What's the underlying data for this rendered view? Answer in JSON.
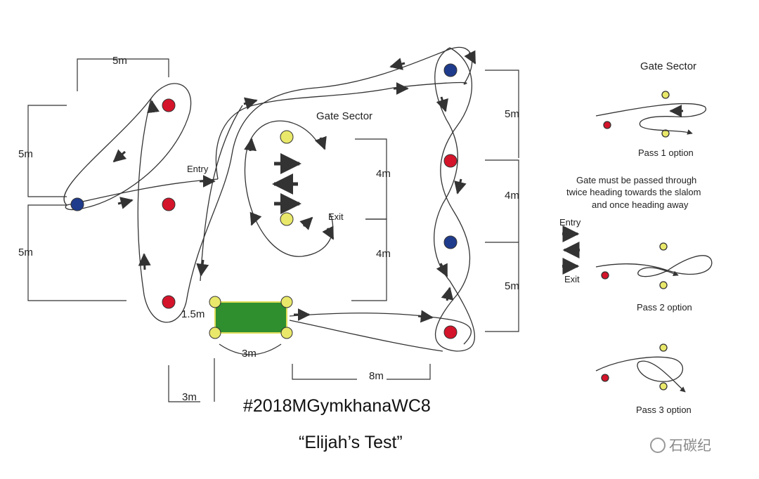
{
  "gate_sector_label": "Gate Sector",
  "entry_label": "Entry",
  "exit_label": "Exit",
  "dimensions": {
    "top_5m": "5m",
    "left_5m_upper": "5m",
    "left_5m_lower": "5m",
    "gate_4m_upper": "4m",
    "gate_4m_lower": "4m",
    "right_5m_upper": "5m",
    "right_4m": "4m",
    "right_5m_lower": "5m",
    "box_1_5m": "1.5m",
    "box_3m": "3m",
    "bottom_3m": "3m",
    "bottom_8m": "8m"
  },
  "hashtag": "#2018MGymkhanaWC8",
  "test_name": "“Elijah’s Test”",
  "sidebar": {
    "title": "Gate Sector",
    "pass1": "Pass 1 option",
    "note_line1": "Gate must be passed through",
    "note_line2": "twice heading towards the slalom",
    "note_line3": "and once heading away",
    "entry": "Entry",
    "exit": "Exit",
    "pass2": "Pass 2 option",
    "pass3": "Pass 3 option"
  },
  "watermark": "石碳纪",
  "colors": {
    "red_cone": "#d4142a",
    "blue_cone": "#1f3b8c",
    "yellow_cone": "#e9e86a",
    "start_box": "#2f8f2f",
    "path": "#333333"
  }
}
